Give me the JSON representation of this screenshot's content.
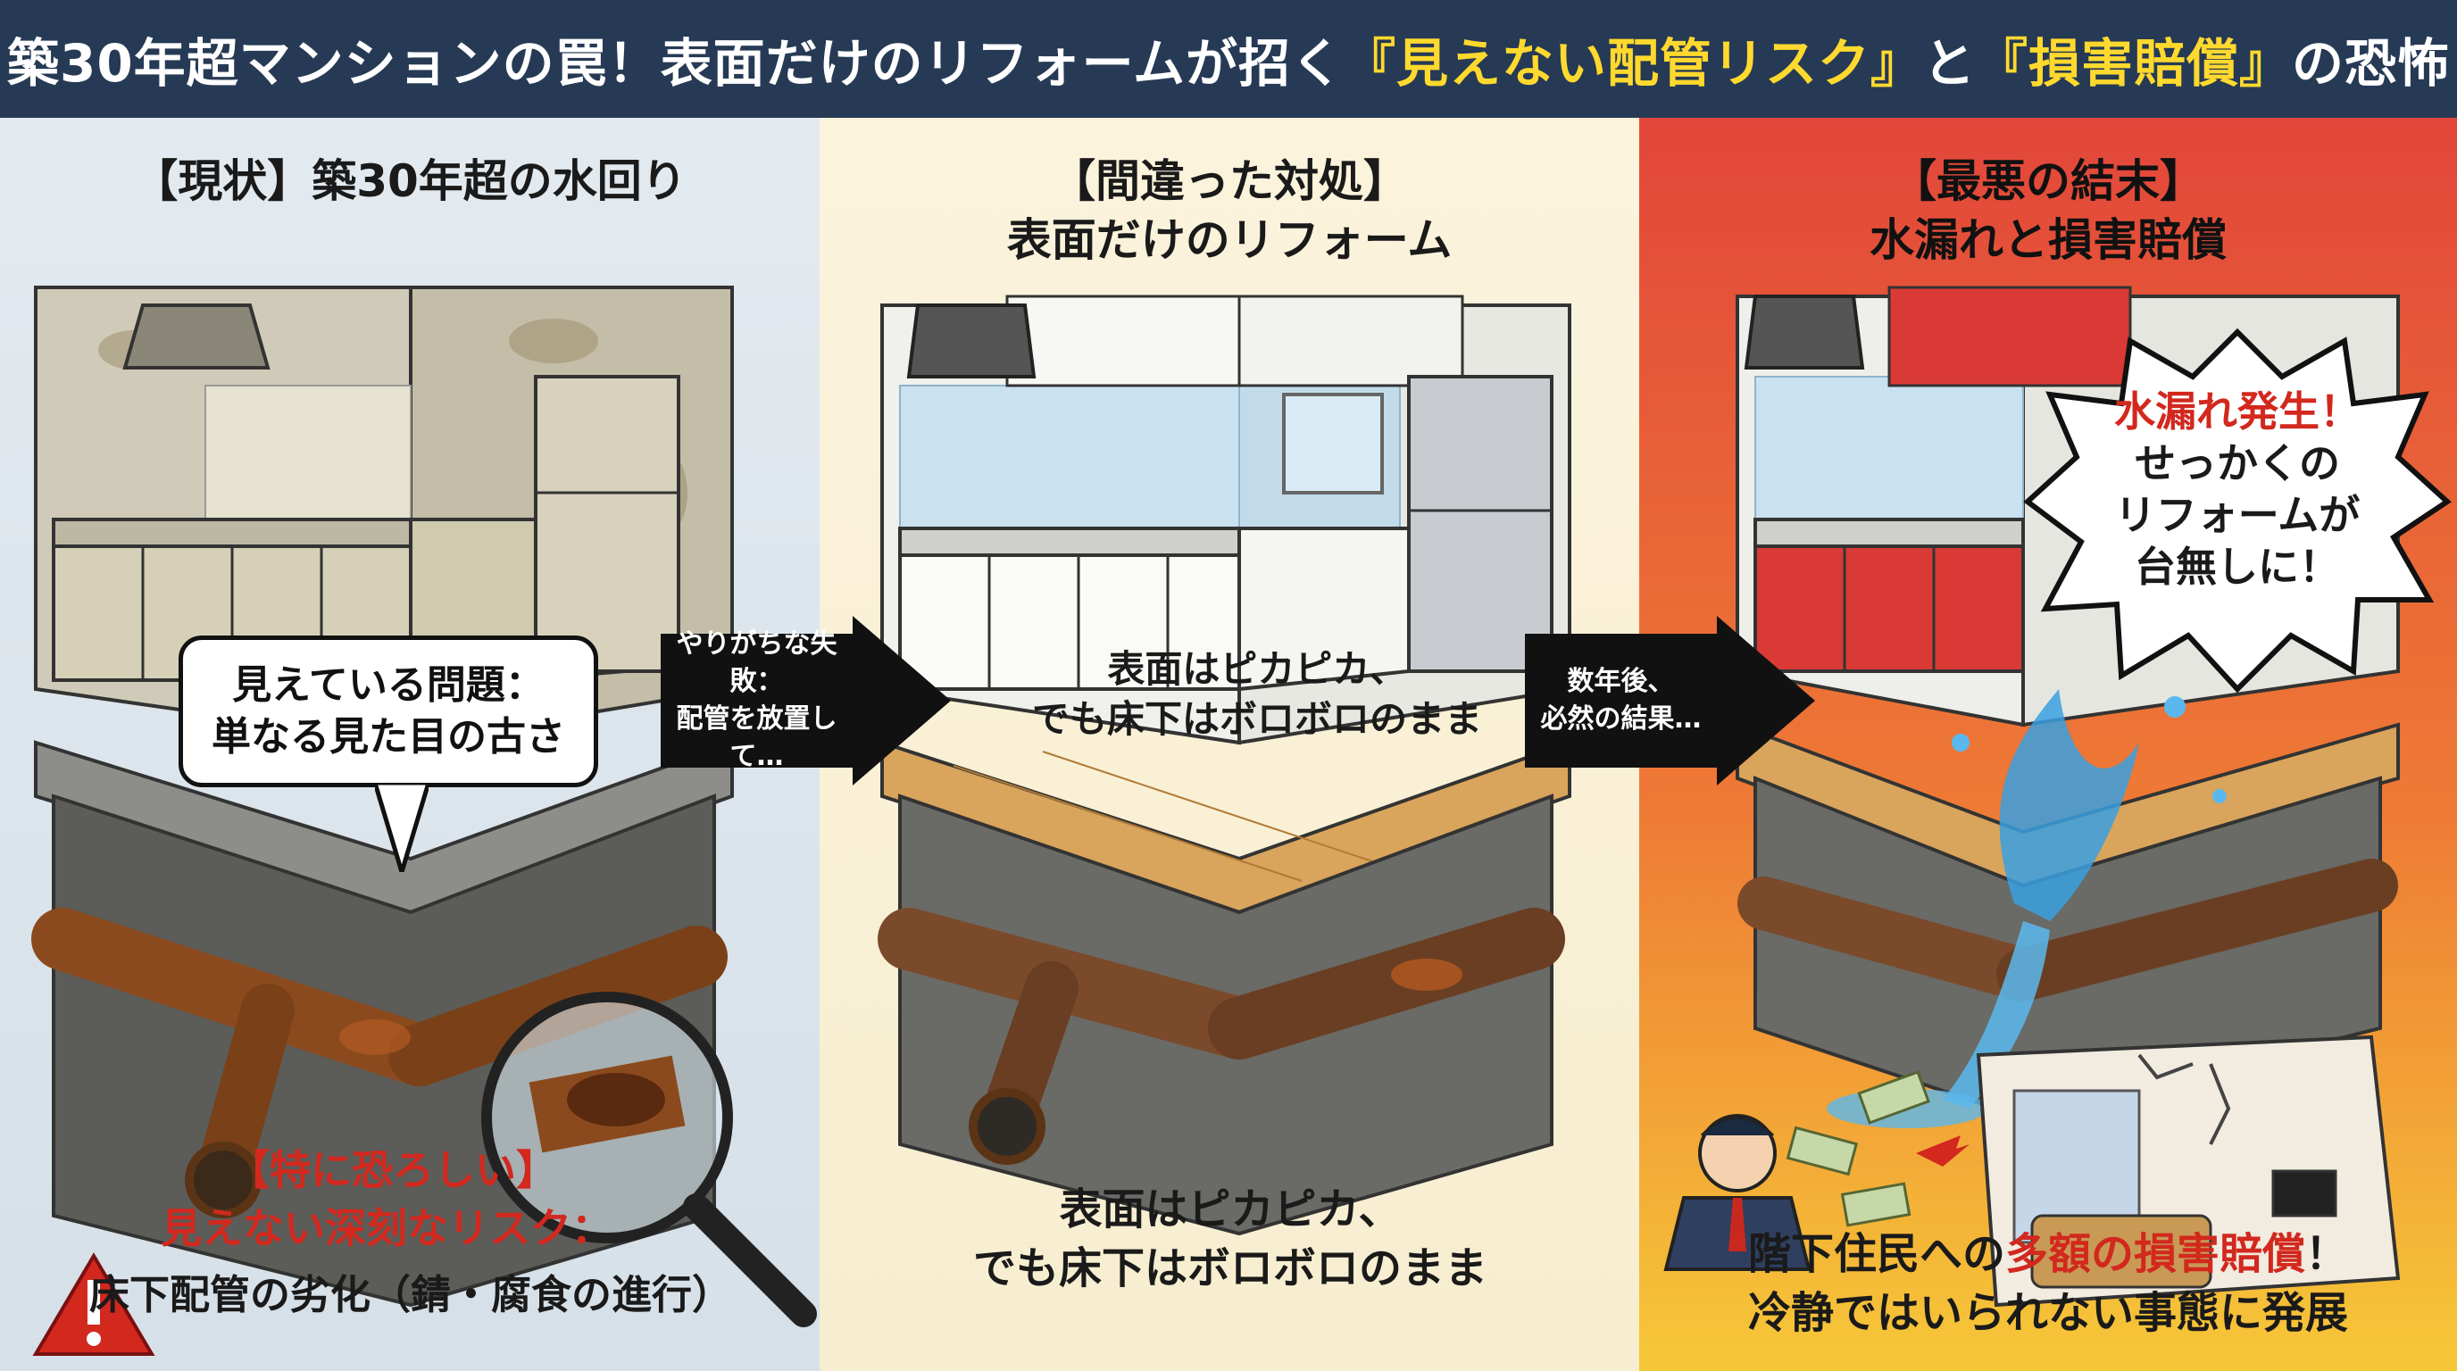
{
  "header": {
    "title_part1": "築30年超マンションの罠！表面だけのリフォームが招く",
    "title_highlight1": "『見えない配管リスク』",
    "title_middle": "と",
    "title_highlight2": "『損害賠償』",
    "title_part2": "の恐怖"
  },
  "panel1": {
    "title": "【現状】築30年超の水回り",
    "bubble_line1": "見えている問題：",
    "bubble_line2": "単なる見た目の古さ",
    "risk_line1": "【特に恐ろしい】",
    "risk_line2": "見えない深刻なリスク：",
    "risk_line3": "床下配管の劣化（錆・腐食の進行）"
  },
  "arrow1": {
    "line1": "やりがちな失敗：",
    "line2": "配管を放置して…"
  },
  "panel2": {
    "title_line1": "【間違った対処】",
    "title_line2": "表面だけのリフォーム",
    "overlay_line1": "表面はピカピカ、",
    "overlay_line2": "でも床下はボロボロのまま",
    "caption_line1": "表面はピカピカ、",
    "caption_line2": "でも床下はボロボロのまま"
  },
  "arrow2": {
    "line1": "数年後、",
    "line2": "必然の結果…"
  },
  "panel3": {
    "title_line1": "【最悪の結末】",
    "title_line2": "水漏れと損害賠償",
    "burst_line1": "水漏れ発生！",
    "burst_line2": "せっかくの",
    "burst_line3": "リフォームが",
    "burst_line4": "台無しに！",
    "caption_pre": "階下住民への",
    "caption_red": "多額の損害賠償",
    "caption_post": "！",
    "caption_line2": "冷静ではいられない事態に発展"
  },
  "colors": {
    "header_bg": "#263a55",
    "highlight": "#ffd92e",
    "danger": "#d2281e",
    "water": "#3aa0e0",
    "rust": "#8a4a1e"
  }
}
